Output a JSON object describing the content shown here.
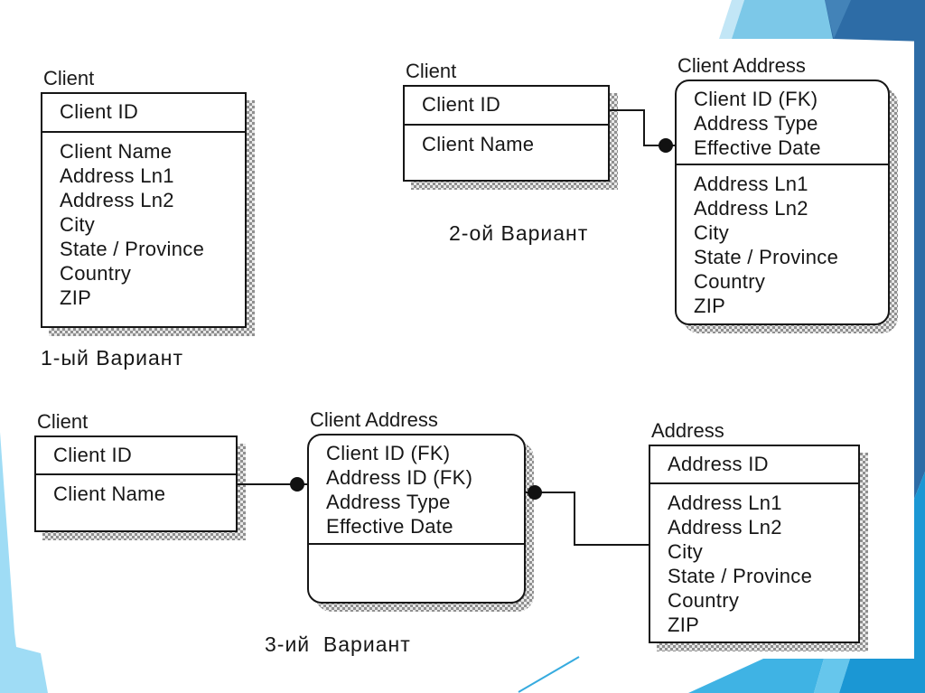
{
  "diagram": {
    "line_color": "#161616",
    "dot_color": "#111111"
  },
  "decor": {
    "sky_light": "#c2e6f6",
    "sky": "#7cc8e8",
    "steel_dark": "#2d6ca6",
    "steel_light": "#4383b8",
    "azure": "#1b97d4",
    "azure_mid": "#3fb3e4",
    "azure_light": "#66c6ec",
    "wedge": "#9fdcf5",
    "thin_line": "#36abdf"
  },
  "variant1": {
    "label": "1-ый Вариант",
    "client": {
      "title": "Client",
      "key": [
        "Client ID"
      ],
      "fields": [
        "Client Name",
        "Address Ln1",
        "Address Ln2",
        "City",
        "State / Province",
        "Country",
        "ZIP"
      ]
    }
  },
  "variant2": {
    "label": "2-ой Вариант",
    "client": {
      "title": "Client",
      "key": [
        "Client ID"
      ],
      "fields": [
        "Client Name"
      ]
    },
    "client_address": {
      "title": "Client Address",
      "key": [
        "Client ID (FK)",
        "Address Type",
        "Effective Date"
      ],
      "fields": [
        "Address Ln1",
        "Address Ln2",
        "City",
        "State / Province",
        "Country",
        "ZIP"
      ]
    }
  },
  "variant3": {
    "label": "3-ий  Вариант",
    "client": {
      "title": "Client",
      "key": [
        "Client ID"
      ],
      "fields": [
        "Client Name"
      ]
    },
    "client_address": {
      "title": "Client Address",
      "key": [
        "Client ID (FK)",
        "Address ID (FK)",
        "Address Type",
        "Effective Date"
      ],
      "fields": []
    },
    "address": {
      "title": "Address",
      "key": [
        "Address ID"
      ],
      "fields": [
        "Address Ln1",
        "Address Ln2",
        "City",
        "State / Province",
        "Country",
        "ZIP"
      ]
    }
  }
}
